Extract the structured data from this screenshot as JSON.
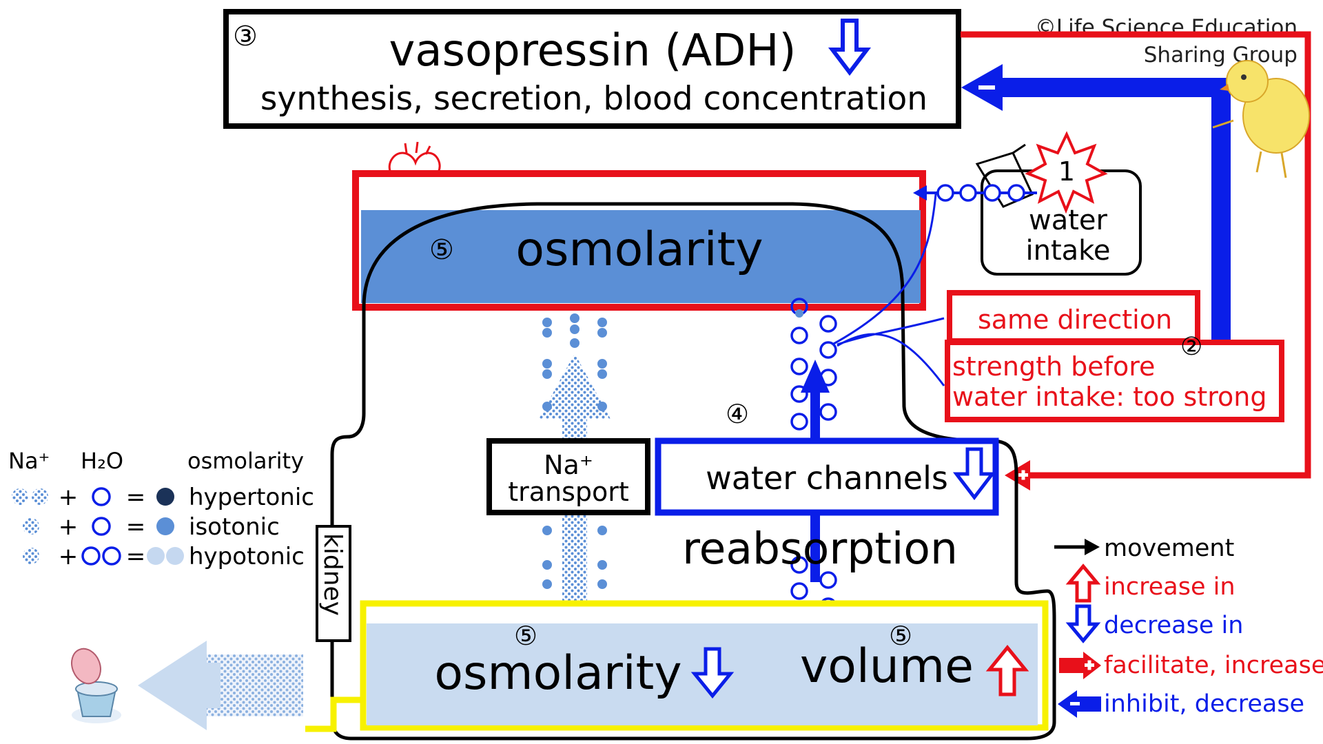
{
  "copyright": {
    "line1": "©Life Science Education",
    "line2": "Sharing Group"
  },
  "adh_box": {
    "number": "③",
    "title": "vasopressin (ADH)",
    "subtitle": "synthesis, secretion, blood concentration"
  },
  "blood": {
    "number": "⑤",
    "label": "osmolarity"
  },
  "water_intake": {
    "number": "1",
    "line1": "water",
    "line2": "intake"
  },
  "note": {
    "line1": "same direction",
    "number": "②",
    "line2": "strength before",
    "line3": "water intake: too strong"
  },
  "kidney": {
    "label": "kidney",
    "step_number": "④",
    "na_transport": {
      "line1": "Na⁺",
      "line2": "transport"
    },
    "water_channels": "water channels",
    "reabsorption": "reabsorption"
  },
  "urine": {
    "osm_number": "⑤",
    "osm_label": "osmolarity",
    "vol_number": "⑤",
    "vol_label": "volume"
  },
  "osm_legend": {
    "header_na": "Na⁺",
    "header_h2o": "H₂O",
    "header_osm": "osmolarity",
    "plus": "+",
    "equals": "=",
    "hypertonic": "hypertonic",
    "isotonic": "isotonic",
    "hypotonic": "hypotonic"
  },
  "symbol_legend": {
    "movement": "movement",
    "increase": "increase in",
    "decrease": "decrease in",
    "facilitate": "facilitate, increase",
    "inhibit": "inhibit, decrease"
  },
  "colors": {
    "red": "#e8101a",
    "blue": "#0a1ee8",
    "blood_fill": "#5b8fd6",
    "urine_fill": "#c9dbf0",
    "yellow": "#f7f100",
    "dark_dot": "#1b3258",
    "mid_dot": "#5b8fd6",
    "light_dot": "#c5d8f0"
  },
  "icons": [
    "heart-icon",
    "chick-icon",
    "toilet-icon",
    "cup-icon",
    "explosion-icon"
  ]
}
